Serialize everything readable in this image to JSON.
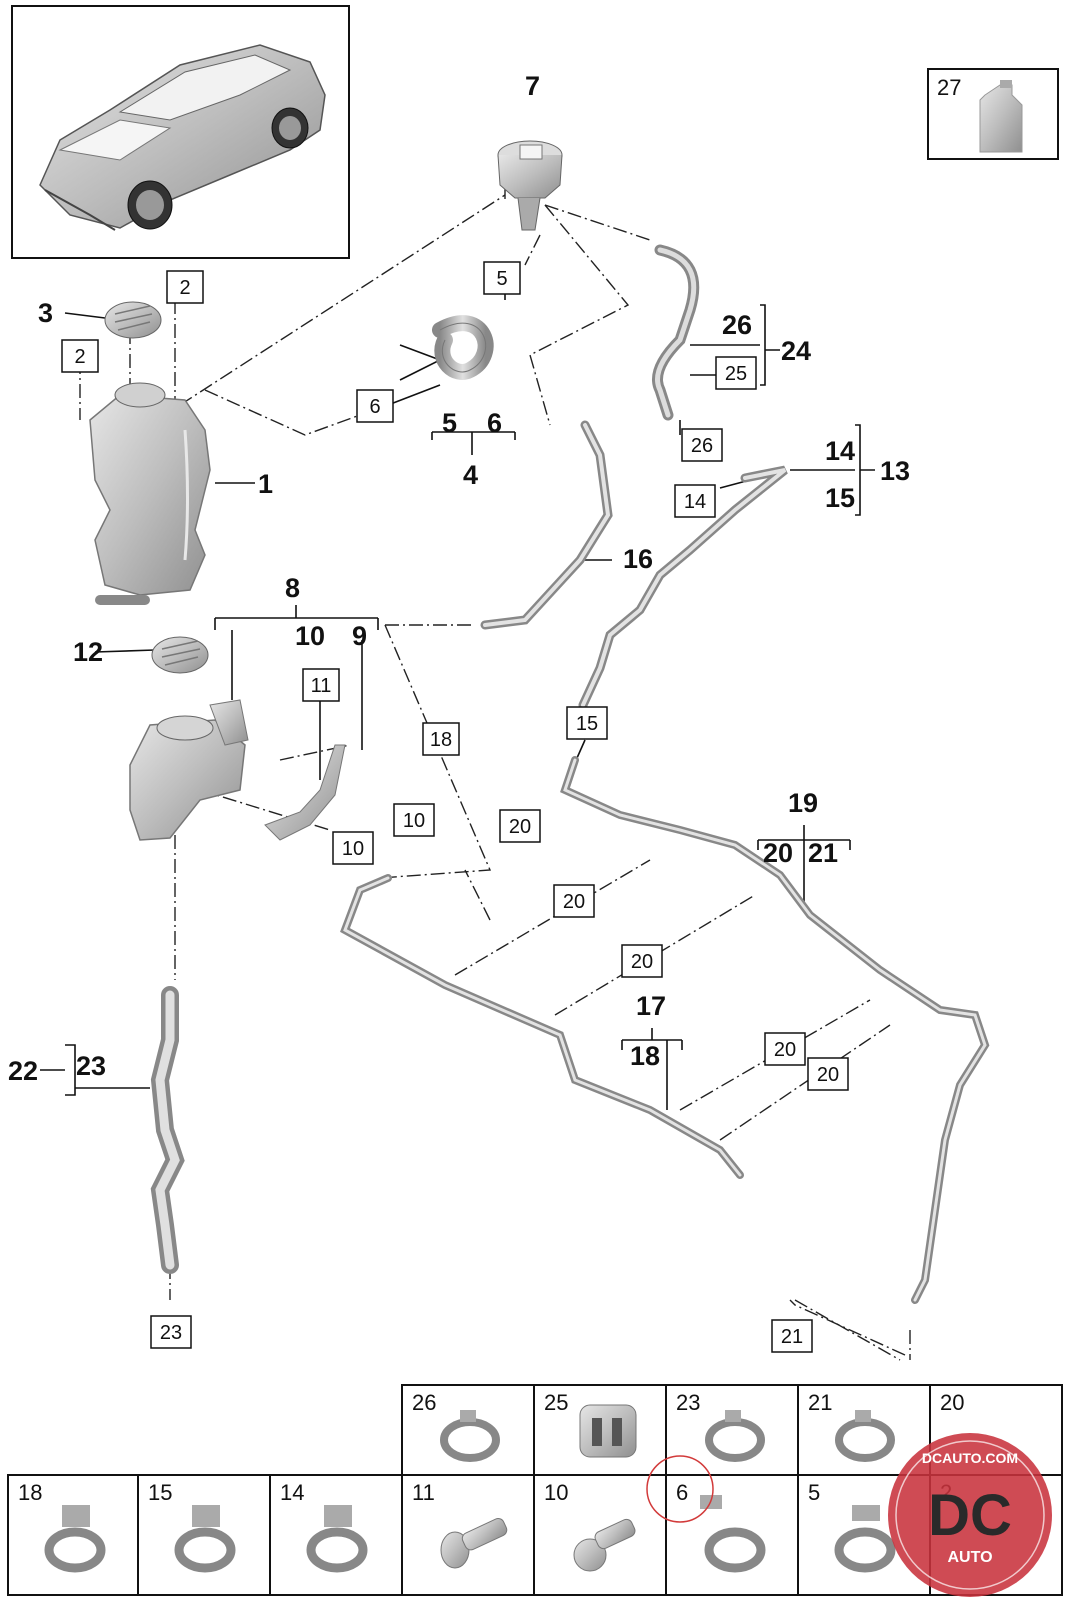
{
  "diagram": {
    "inset_box_label": "27",
    "part_labels": {
      "p1": "1",
      "p3": "3",
      "p4": "4",
      "p5": "5",
      "p6": "6",
      "p7": "7",
      "p8": "8",
      "p9": "9",
      "p10": "10",
      "p12": "12",
      "p13": "13",
      "p14": "14",
      "p15": "15",
      "p16": "16",
      "p17": "17",
      "p18": "18",
      "p19": "19",
      "p20": "20",
      "p21": "21",
      "p22": "22",
      "p23": "23",
      "p24": "24",
      "p26": "26"
    },
    "boxed_labels": {
      "b2a": "2",
      "b2b": "2",
      "b5": "5",
      "b6": "6",
      "b25": "25",
      "b26": "26",
      "b14": "14",
      "b11": "11",
      "b18": "18",
      "b15": "15",
      "b10a": "10",
      "b10b": "10",
      "b20a": "20",
      "b20b": "20",
      "b20c": "20",
      "b20d": "20",
      "b20e": "20",
      "b23": "23",
      "b21": "21"
    },
    "parts_table": {
      "top_row": [
        "26",
        "25",
        "23",
        "21",
        "20"
      ],
      "bottom_row": [
        "18",
        "15",
        "14",
        "11",
        "10",
        "6",
        "5",
        "2"
      ]
    },
    "watermark": {
      "url_text": "DCAUTO.COM",
      "logo_text": "DC",
      "sub_text": "AUTO",
      "color": "#c8323c"
    }
  }
}
